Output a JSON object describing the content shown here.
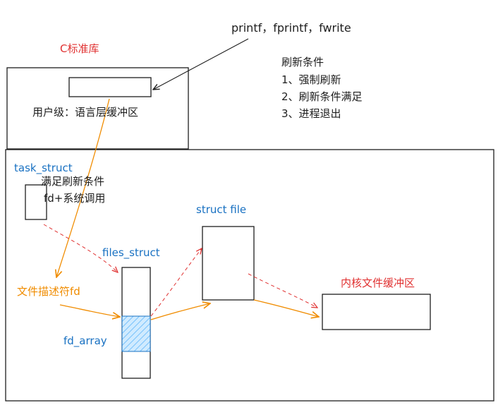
{
  "labels": {
    "c_stdlib": "C标准库",
    "user_level_buffer": "用户级：语言层缓冲区",
    "functions": "printf，fprintf，fwrite",
    "flush_title": "刷新条件",
    "flush_items": [
      "1、强制刷新",
      "2、刷新条件满足",
      "3、进程退出"
    ],
    "task_struct": "task_struct",
    "flush_cond_met": "满足刷新条件",
    "fd_syscall": "fd+系统调用",
    "struct_file": "struct file",
    "files_struct": "files_struct",
    "fd_label": "文件描述符fd",
    "fd_array": "fd_array",
    "kernel_buffer": "内核文件缓冲区"
  },
  "colors": {
    "stroke": "#1e1e1e",
    "red": "#e03131",
    "blue": "#1971c2",
    "orange": "#f08c00",
    "hatch": "#74c0fc"
  }
}
